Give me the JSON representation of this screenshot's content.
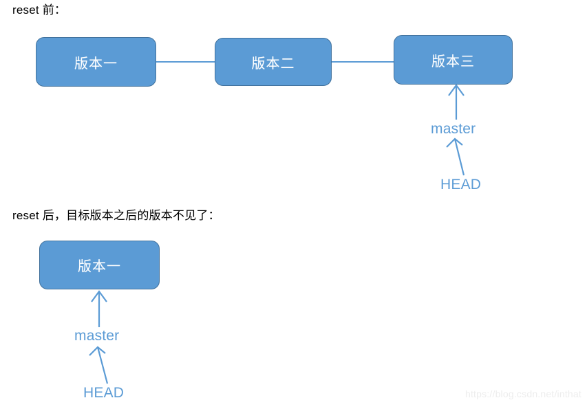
{
  "page": {
    "watermark": "https://blog.csdn.net/inthat",
    "accent_color": "#5B9BD5",
    "box_border_color": "#41719C",
    "box_fill_color": "#5B9BD5",
    "box_text_color": "#FFFFFF",
    "heading_text_color": "#000000",
    "watermark_color": "#EDEDED",
    "background_color": "#FFFFFF"
  },
  "sections": {
    "before": {
      "heading": "reset 前：",
      "commits": [
        {
          "label": "版本一"
        },
        {
          "label": "版本二"
        },
        {
          "label": "版本三"
        }
      ],
      "refs": {
        "branch": "master",
        "head": "HEAD"
      }
    },
    "after": {
      "heading": "reset 后，目标版本之后的版本不见了：",
      "commits": [
        {
          "label": "版本一"
        }
      ],
      "refs": {
        "branch": "master",
        "head": "HEAD"
      }
    }
  }
}
